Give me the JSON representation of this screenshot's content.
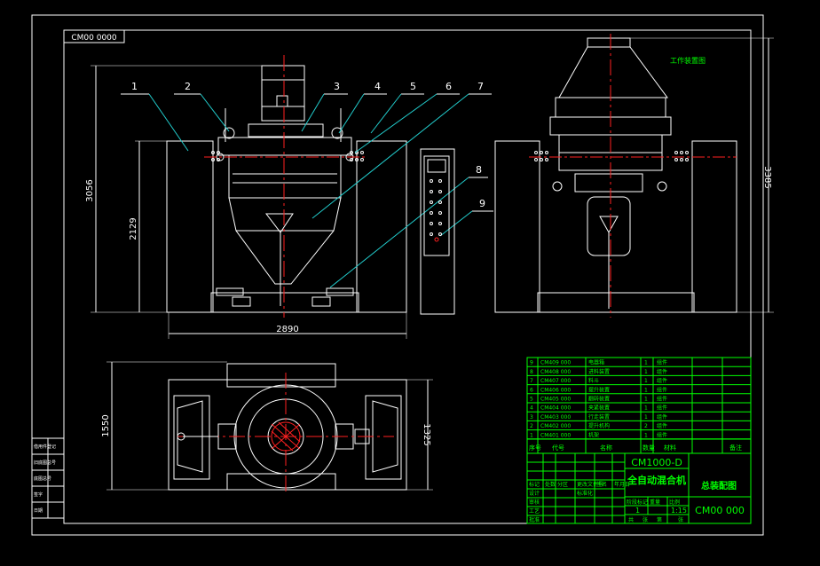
{
  "drawing_number_top": "CM00 0000",
  "balloons": [
    "1",
    "2",
    "3",
    "4",
    "5",
    "6",
    "7",
    "8",
    "9"
  ],
  "dimensions": {
    "front_height_total": "3056",
    "front_height_inner": "2129",
    "front_width": "2890",
    "side_height": "3385",
    "plan_depth_left": "1550",
    "plan_depth_right": "1325"
  },
  "side_view_note": "工作装置图",
  "parts_list": {
    "header": [
      "序号",
      "代号",
      "名称",
      "数量",
      "材料",
      "",
      "备注"
    ],
    "rows": [
      {
        "no": "9",
        "code": "CM409 000",
        "name": "电器箱",
        "qty": "1",
        "mat": "组件"
      },
      {
        "no": "8",
        "code": "CM408 000",
        "name": "进料装置",
        "qty": "1",
        "mat": "组件"
      },
      {
        "no": "7",
        "code": "CM407 000",
        "name": "料斗",
        "qty": "1",
        "mat": "组件"
      },
      {
        "no": "6",
        "code": "CM406 000",
        "name": "提升装置",
        "qty": "1",
        "mat": "组件"
      },
      {
        "no": "5",
        "code": "CM405 000",
        "name": "翻转装置",
        "qty": "1",
        "mat": "组件"
      },
      {
        "no": "4",
        "code": "CM404 000",
        "name": "夹紧装置",
        "qty": "1",
        "mat": "组件"
      },
      {
        "no": "3",
        "code": "CM403 000",
        "name": "行走装置",
        "qty": "1",
        "mat": "组件"
      },
      {
        "no": "2",
        "code": "CM402 000",
        "name": "提升机构",
        "qty": "2",
        "mat": "组件"
      },
      {
        "no": "1",
        "code": "CM401 000",
        "name": "机架",
        "qty": "1",
        "mat": "组件"
      }
    ]
  },
  "title_block": {
    "model": "CM1000-D",
    "product_name": "全自动混合机",
    "drawing_name": "总装配图",
    "drawing_no": "CM00 000",
    "quantity": "1",
    "scale": "1:15",
    "row_labels": [
      "标记",
      "处数",
      "分区",
      "更改文件号",
      "签名",
      "年月日"
    ],
    "role_labels": [
      "设计",
      "审核",
      "工艺",
      "标准化",
      "批准"
    ],
    "footer_labels": [
      "共",
      "张",
      "第",
      "张"
    ],
    "stage_labels": [
      "阶段标记",
      "重量",
      "比例"
    ]
  },
  "left_sidebar_labels": [
    "借用件登记",
    "旧底图总号",
    "底图总号",
    "签字",
    "日期"
  ]
}
